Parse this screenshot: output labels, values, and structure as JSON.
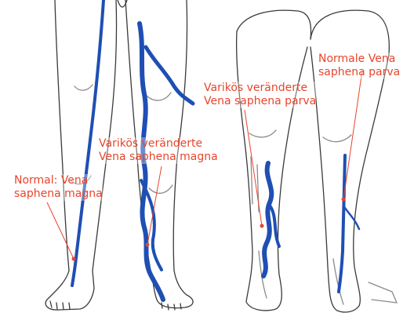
{
  "labels": {
    "normal_magna": {
      "line1": "Normal: Vena",
      "line2": "saphena magna"
    },
    "varicose_magna": {
      "line1": "Varikös veränderte",
      "line2": "Vena saphena magna"
    },
    "varicose_parva": {
      "line1": "Varikös veränderte",
      "line2": "Vena saphena parva"
    },
    "normal_parva": {
      "line1": "Normale Vena",
      "line2": "saphena parva"
    }
  },
  "colors": {
    "label_text": "#e8452c",
    "leader_line": "#e8452c",
    "vein": "#1f4fb3",
    "vein_dark": "#163b8f",
    "outline": "#3a3a3a",
    "shading": "#8a8a8a"
  }
}
